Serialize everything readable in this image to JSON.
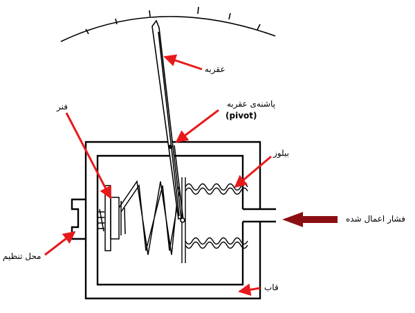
{
  "labels": {
    "pointer": "عقربه",
    "pivot": "پاشنه‌ی عقربه",
    "pivot_en": "(pivot)",
    "spring": "فنر",
    "bellows": "بیلوز",
    "pressure": "فشار اعمال شده",
    "adjust": "محل تنظیم",
    "frame": "قاب"
  },
  "colors": {
    "arrow": "#e8191b",
    "pressure_arrow": "#8b0f12",
    "line": "#000000"
  }
}
